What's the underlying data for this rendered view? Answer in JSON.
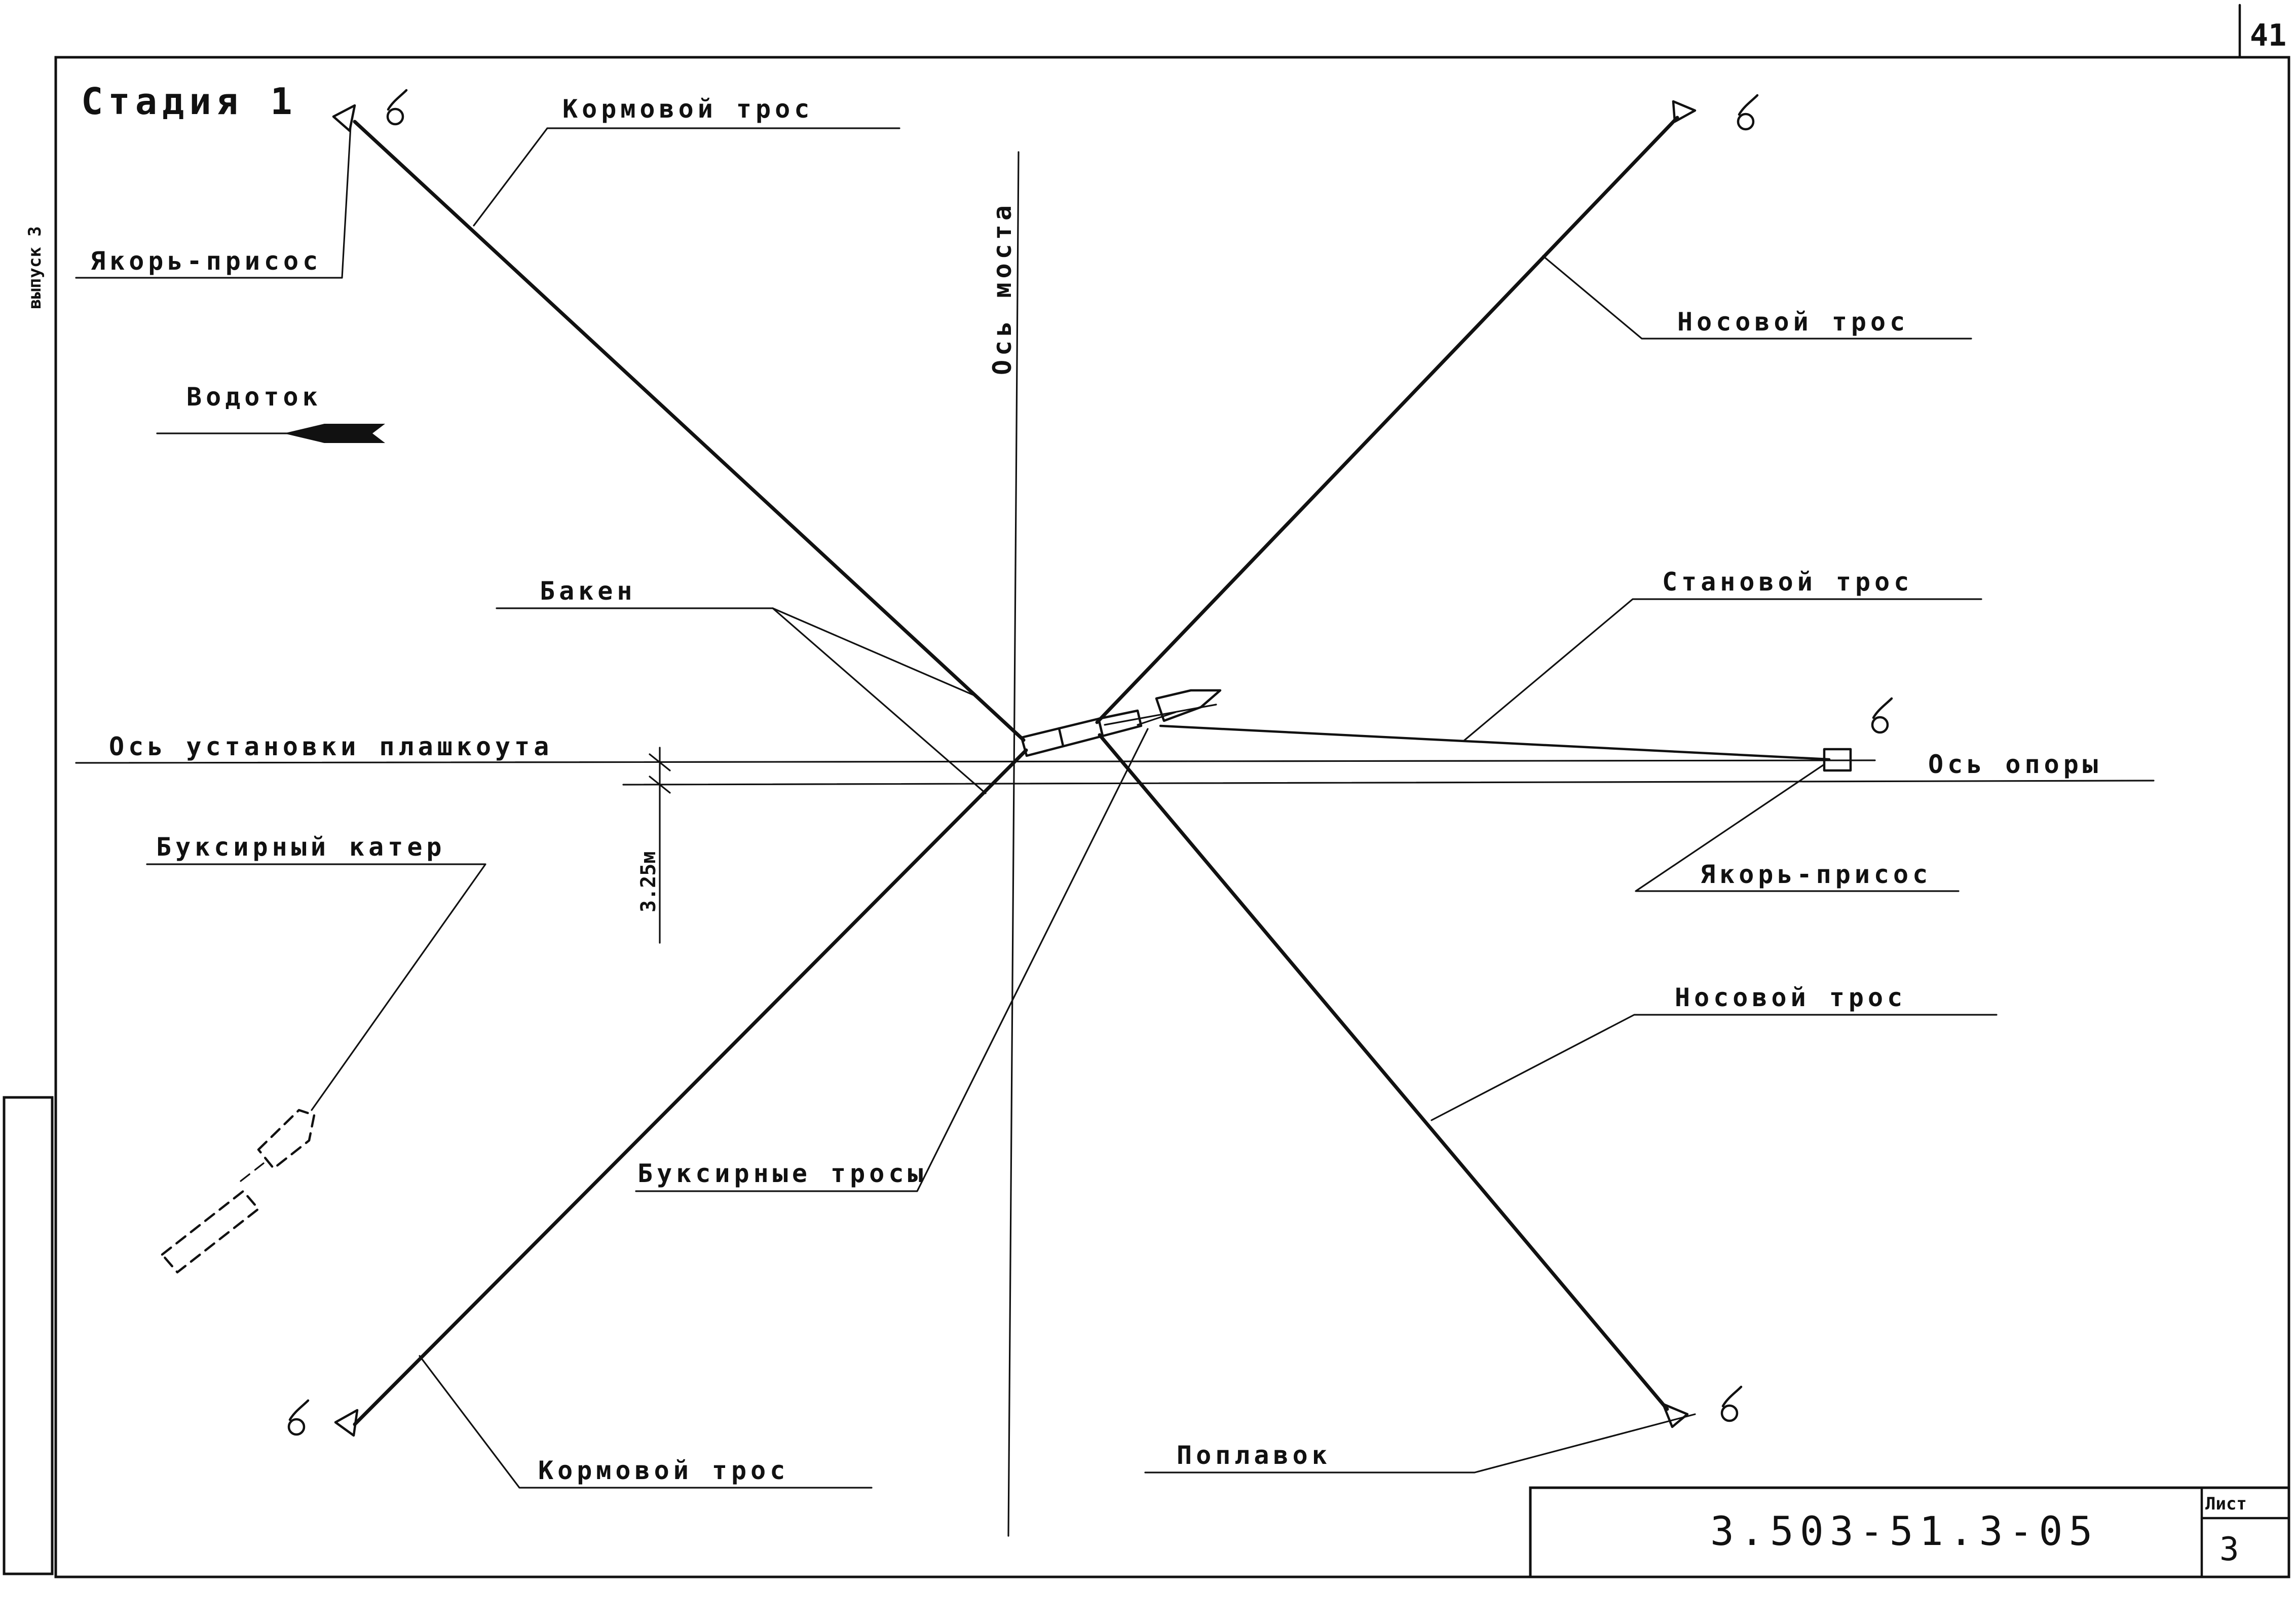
{
  "sheet_corner_number": "41",
  "side_note": "выпуск 3",
  "stage_title": "Стадия 1",
  "flow": {
    "label": "Водоток"
  },
  "labels": {
    "aft_rope_top": "Кормовой трос",
    "anchor_top_left": "Якорь-присос",
    "bridge_axis": "Ось моста",
    "bow_rope_top": "Носовой трос",
    "buoy": "Бакен",
    "station_rope": "Становой трос",
    "pontoon_axis": "Ось установки плашкоута",
    "support_axis": "Ось опоры",
    "offset_dimension": "3.25м",
    "tug_boat": "Буксирный катер",
    "anchor_right": "Якорь-присос",
    "bow_rope_bottom": "Носовой трос",
    "tow_ropes": "Буксирные тросы",
    "aft_rope_bottom": "Кормовой трос",
    "float": "Поплавок"
  },
  "title_block": {
    "code": "3.503-51.3-05",
    "sheet_label": "Лист",
    "sheet_number": "3"
  },
  "colors": {
    "ink": "#111111",
    "paper": "#ffffff"
  }
}
